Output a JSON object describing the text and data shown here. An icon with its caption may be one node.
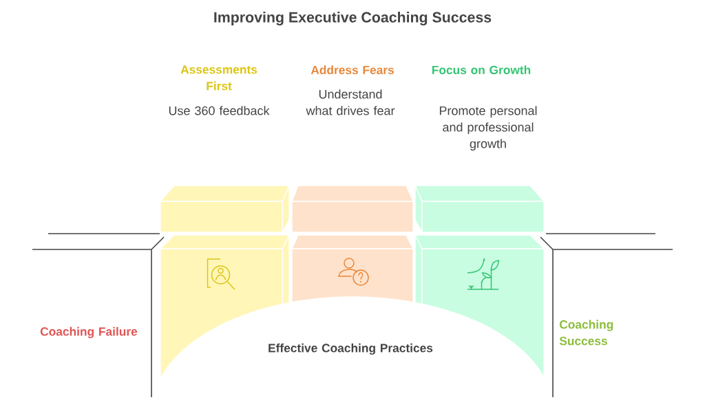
{
  "diagram": {
    "title": "Improving Executive Coaching Success",
    "labels": [
      "Assessments First",
      "Address Fears",
      "Focus on Growth",
      "Use 360 feedback",
      "Understand what drives fear",
      "Promote personal and professional growth",
      "Coaching Failure",
      "Effective Coaching Practices",
      "Coaching Success"
    ]
  }
}
